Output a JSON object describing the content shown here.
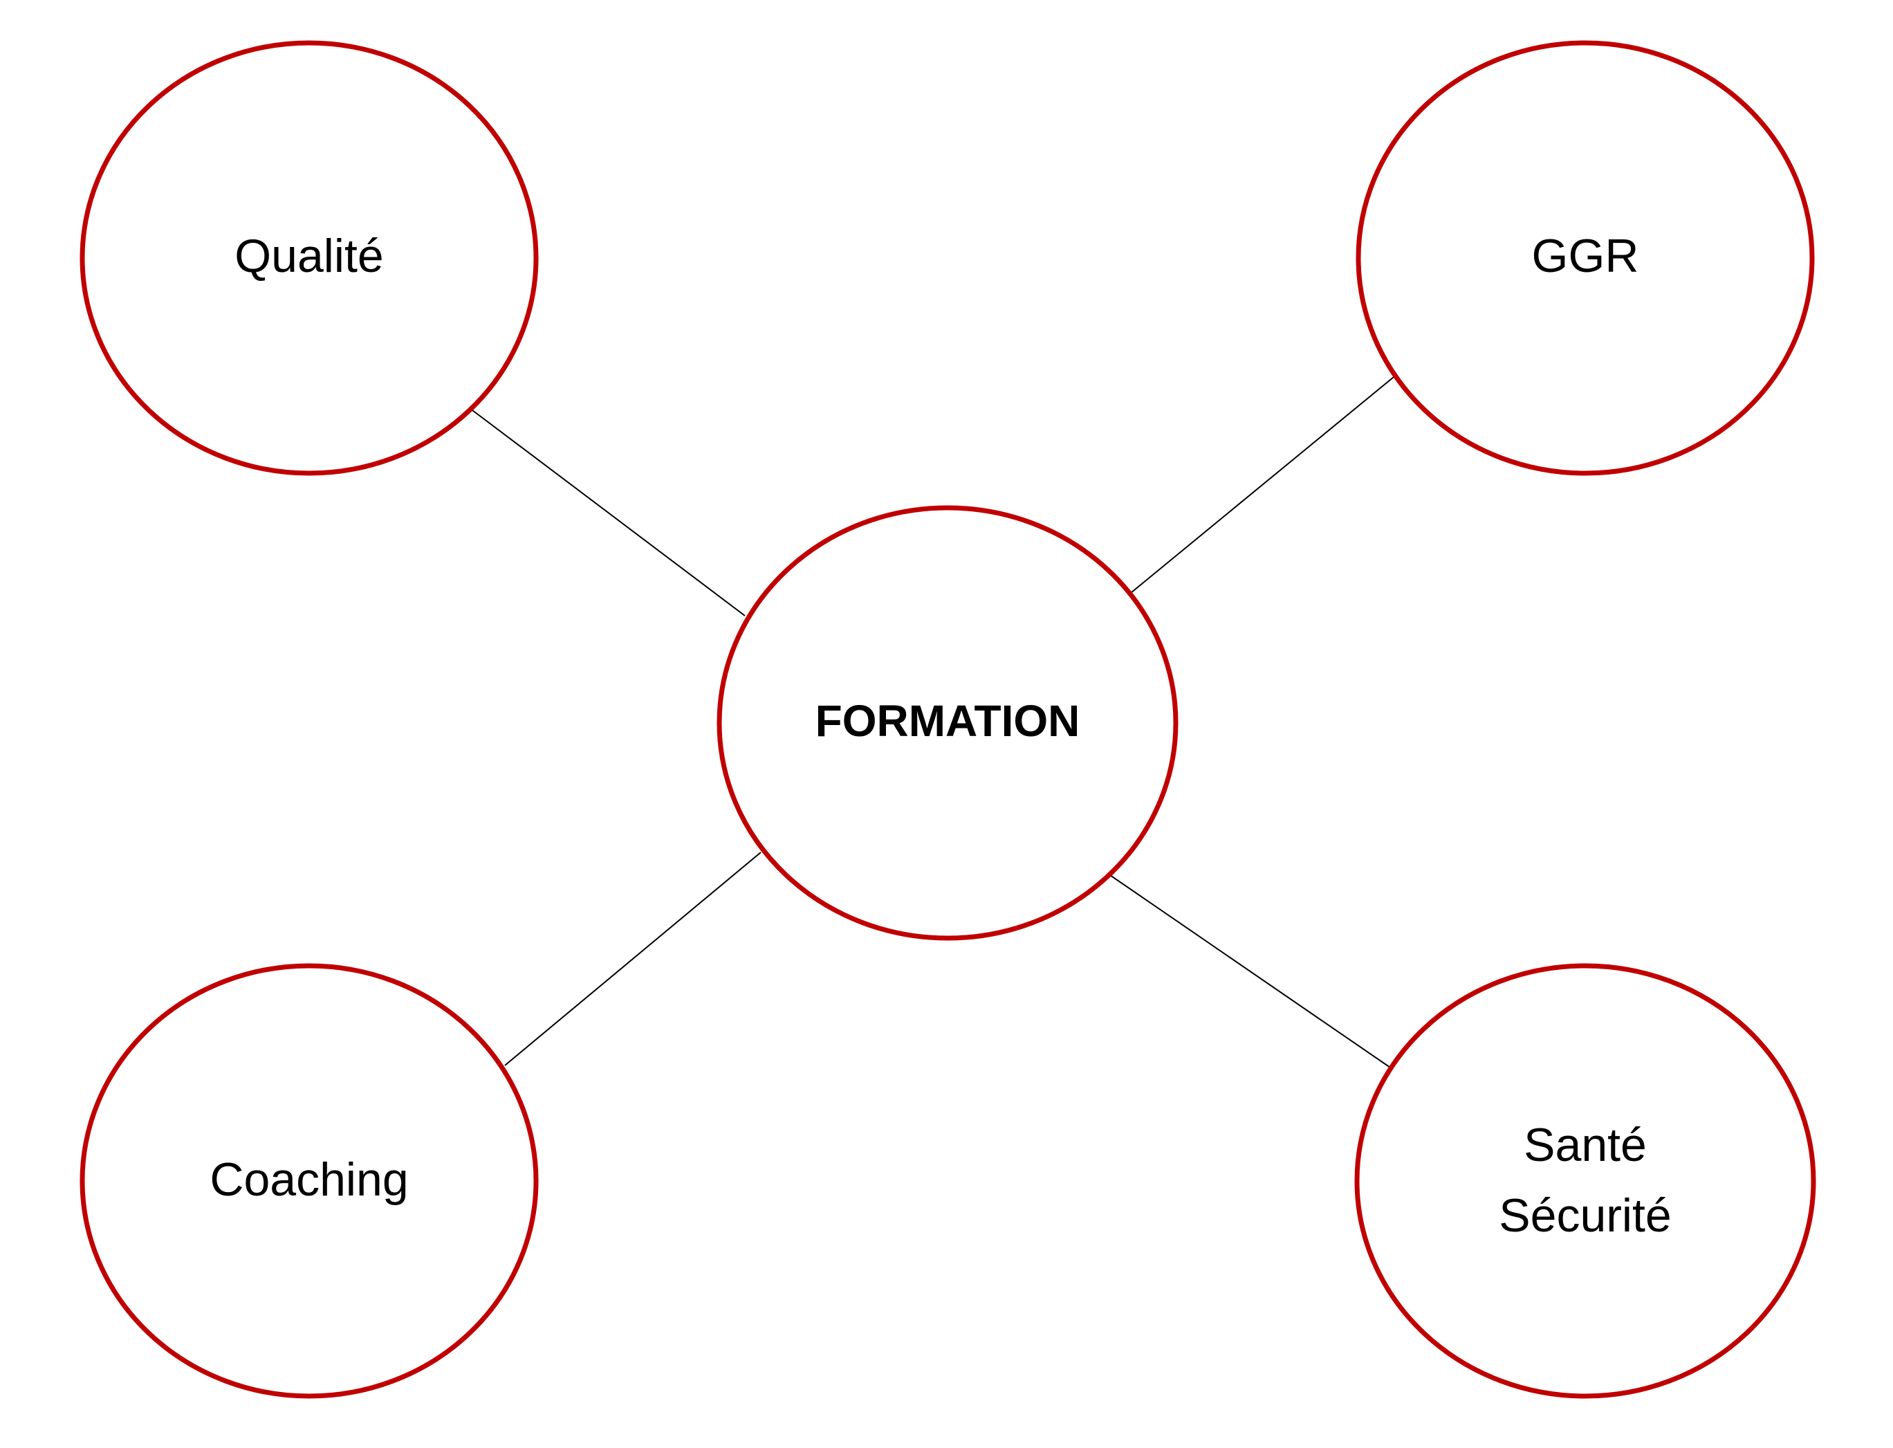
{
  "colors": {
    "circle_stroke": "#C00000",
    "connector": "#000000",
    "text": "#000000",
    "background": "#FFFFFF"
  },
  "nodes": {
    "center": {
      "label": "FORMATION"
    },
    "top_left": {
      "label": "Qualité"
    },
    "top_right": {
      "label": "GGR"
    },
    "bottom_left": {
      "label": "Coaching"
    },
    "bottom_right": {
      "label_line1": "Santé",
      "label_line2": "Sécurité"
    }
  }
}
